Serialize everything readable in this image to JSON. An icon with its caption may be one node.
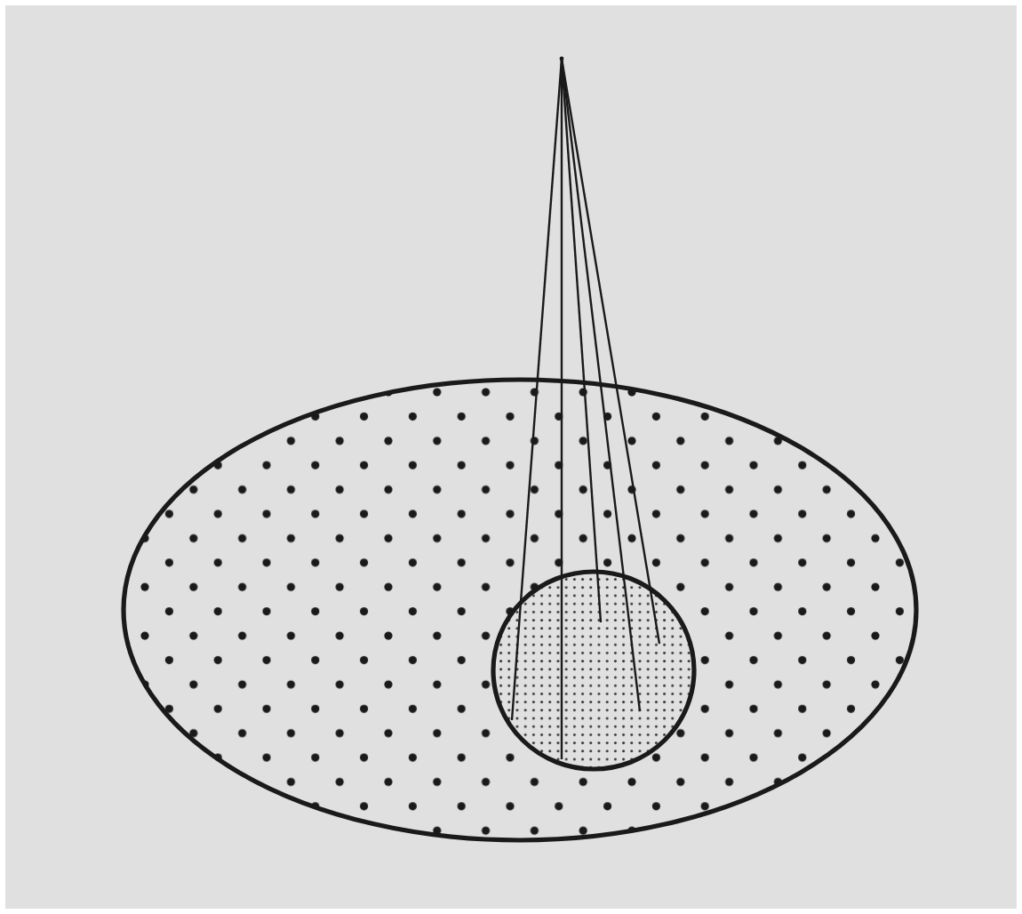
{
  "diagram": {
    "nodes": [
      {
        "text": [],
        "shape": "ellipse"
      },
      {
        "text": [],
        "shape": "circle",
        "in": 0
      },
      {
        "text": [],
        "shape": "point"
      }
    ],
    "edges": [
      {
        "from": 2,
        "to": 1,
        "arrow": "none"
      },
      {
        "from": 2,
        "to": 1,
        "arrow": "none"
      },
      {
        "from": 2,
        "to": 1,
        "arrow": "none"
      },
      {
        "from": 2,
        "to": 1,
        "arrow": "none"
      },
      {
        "from": 2,
        "to": 1,
        "arrow": "none"
      }
    ]
  }
}
